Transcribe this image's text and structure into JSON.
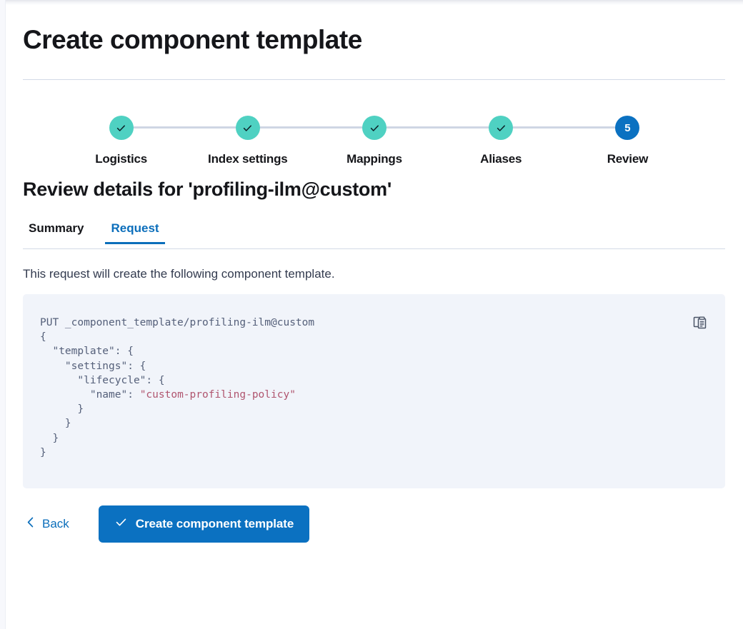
{
  "page": {
    "title": "Create component template",
    "section_title": "Review details for 'profiling-ilm@custom'",
    "description": "This request will create the following component template."
  },
  "colors": {
    "accent_blue": "#0b71c1",
    "link_blue": "#0b6ebb",
    "step_done_teal": "#4fd1c2",
    "connector_gray": "#cfd6e4",
    "code_bg": "#f1f4fa",
    "code_text": "#55607a",
    "code_string": "#b0556f"
  },
  "stepper": {
    "steps": [
      {
        "label": "Logistics",
        "state": "done",
        "marker": "check-icon"
      },
      {
        "label": "Index settings",
        "state": "done",
        "marker": "check-icon"
      },
      {
        "label": "Mappings",
        "state": "done",
        "marker": "check-icon"
      },
      {
        "label": "Aliases",
        "state": "done",
        "marker": "check-icon"
      },
      {
        "label": "Review",
        "state": "current",
        "marker": "5"
      }
    ],
    "current_step_number": "5"
  },
  "tabs": [
    {
      "label": "Summary",
      "active": false
    },
    {
      "label": "Request",
      "active": true
    }
  ],
  "code": {
    "copy_icon": "copy-clipboard-icon",
    "lines": [
      {
        "text": "PUT _component_template/profiling-ilm@custom"
      },
      {
        "text": "{"
      },
      {
        "text": "  \"template\": {"
      },
      {
        "text": "    \"settings\": {"
      },
      {
        "text": "      \"lifecycle\": {"
      },
      {
        "text": "        \"name\": ",
        "string": "\"custom-profiling-policy\""
      },
      {
        "text": "      }"
      },
      {
        "text": "    }"
      },
      {
        "text": "  }"
      },
      {
        "text": "}"
      }
    ]
  },
  "actions": {
    "back_label": "Back",
    "back_icon": "chevron-left-icon",
    "submit_label": "Create component template",
    "submit_icon": "check-icon"
  }
}
